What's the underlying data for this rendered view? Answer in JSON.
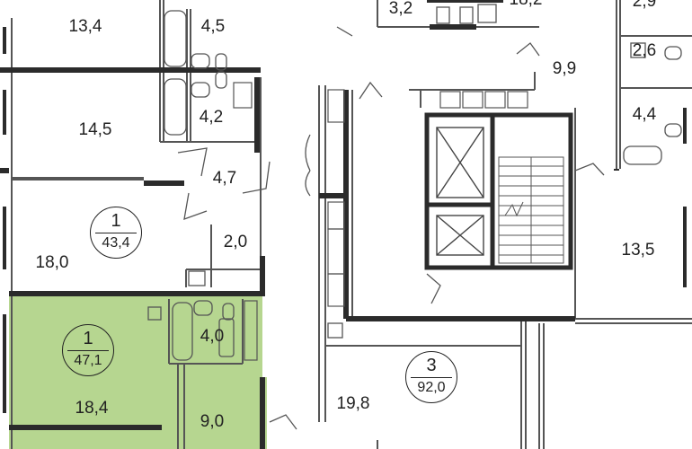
{
  "colors": {
    "highlight": "#b6d690",
    "wall": "#2b2b2b",
    "thin": "#555555"
  },
  "rooms": [
    {
      "id": "r1",
      "area": "13,4"
    },
    {
      "id": "r2",
      "area": "4,5"
    },
    {
      "id": "r3",
      "area": "3,2"
    },
    {
      "id": "r4",
      "area": "18,2"
    },
    {
      "id": "r5",
      "area": "2,9"
    },
    {
      "id": "r6",
      "area": "2,6"
    },
    {
      "id": "r7",
      "area": "9,9"
    },
    {
      "id": "r8",
      "area": "14,5"
    },
    {
      "id": "r9",
      "area": "4,2"
    },
    {
      "id": "r10",
      "area": "4,4"
    },
    {
      "id": "r11",
      "area": "4,7"
    },
    {
      "id": "r12",
      "area": "2,0"
    },
    {
      "id": "r13",
      "area": "18,0"
    },
    {
      "id": "r14",
      "area": "13,5"
    },
    {
      "id": "r15",
      "area": "4,0"
    },
    {
      "id": "r16",
      "area": "18,4"
    },
    {
      "id": "r17",
      "area": "9,0"
    },
    {
      "id": "r18",
      "area": "19,8"
    }
  ],
  "apartments": [
    {
      "id": "a1",
      "rooms": "1",
      "area": "43,4"
    },
    {
      "id": "a2",
      "rooms": "1",
      "area": "47,1"
    },
    {
      "id": "a3",
      "rooms": "3",
      "area": "92,0"
    }
  ]
}
